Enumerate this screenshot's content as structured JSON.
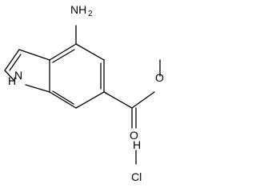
{
  "molecule": {
    "labels": {
      "amine_n": "NH",
      "amine_sub": "2",
      "indole_n": "N",
      "indole_h": "H",
      "carbonyl_o": "O",
      "ester_o": "O",
      "hcl_h": "H",
      "hcl_cl": "Cl"
    }
  },
  "colors": {
    "bond": "#000000",
    "text": "#000000",
    "background": "#ffffff"
  }
}
